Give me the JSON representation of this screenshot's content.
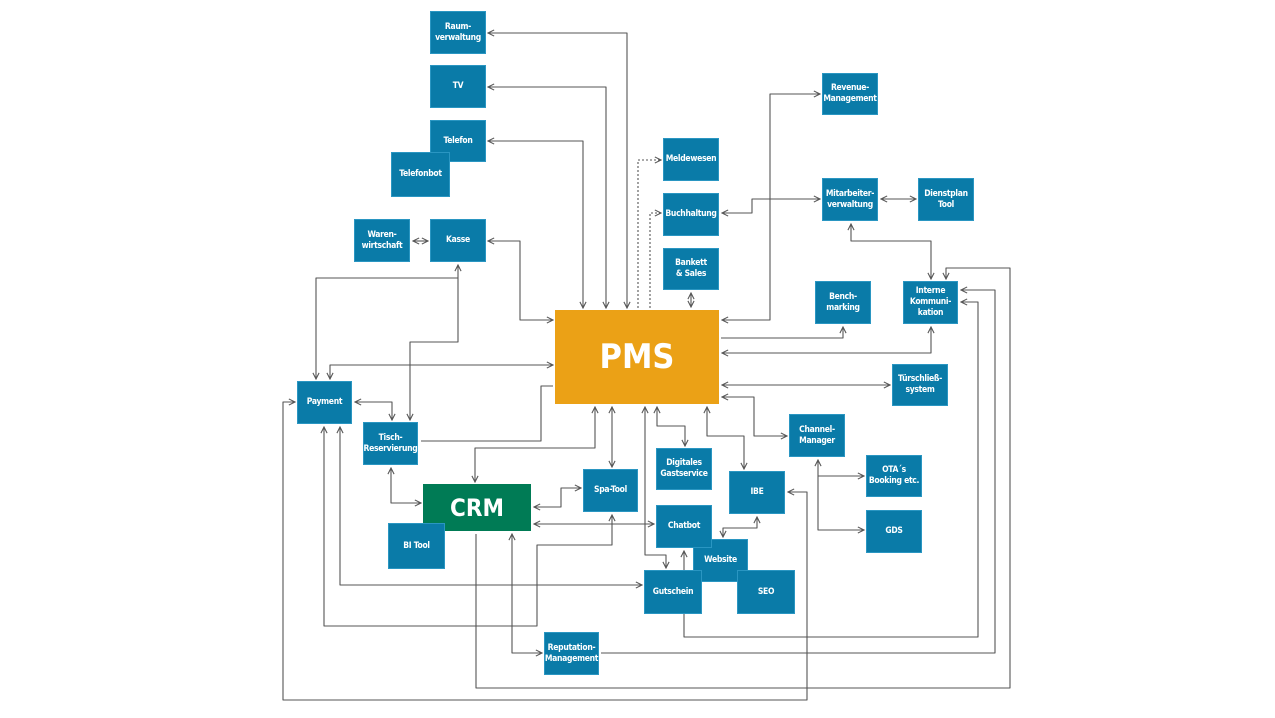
{
  "colors": {
    "pms": "#eba116",
    "crm": "#007b55",
    "module": "#0a7ba8",
    "connector": "#555555"
  },
  "nodes": {
    "raumverwaltung": "Raum-\nverwaltung",
    "tv": "TV",
    "telefon": "Telefon",
    "telefonbot": "Telefonbot",
    "warenwirtschaft": "Waren-\nwirtschaft",
    "kasse": "Kasse",
    "meldewesen": "Meldewesen",
    "buchhaltung": "Buchhaltung",
    "bankett": "Bankett\n& Sales",
    "pms": "PMS",
    "revenue": "Revenue-\nManagement",
    "mitarbeiter": "Mitarbeiter-\nverwaltung",
    "dienstplan": "Dienstplan\nTool",
    "benchmarking": "Bench-\nmarking",
    "interne": "Interne\nKommuni-\nkation",
    "tuerschliess": "Türschließ-\nsystem",
    "payment": "Payment",
    "tisch": "Tisch-\nReservierung",
    "channel": "Channel-\nManager",
    "crm": "CRM",
    "spa": "Spa-Tool",
    "digitales": "Digitales\nGastservice",
    "ibe": "IBE",
    "ota": "OTA´s\nBooking etc.",
    "chatbot": "Chatbot",
    "bitool": "BI Tool",
    "website": "Website",
    "gds": "GDS",
    "gutschein": "Gutschein",
    "seo": "SEO",
    "reputation": "Reputation-\nManagement"
  }
}
